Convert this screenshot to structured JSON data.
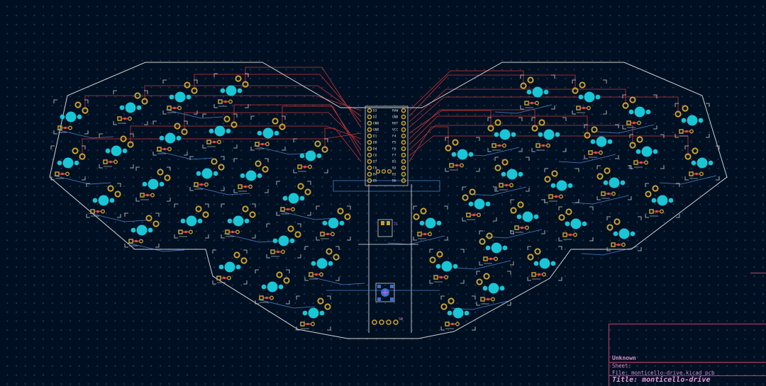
{
  "title_block": {
    "company": "Unknown",
    "sheet": "Sheet:",
    "file": "File: monticello-drive.kicad_pcb",
    "title": "Title: monticello-drive"
  },
  "mcu": {
    "left_pins": [
      "D3",
      "D2",
      "GND",
      "GND",
      "D1",
      "D0",
      "D4",
      "C6",
      "D7",
      "E6",
      "B4",
      "B5"
    ],
    "right_pins": [
      "RAW",
      "GND",
      "RST",
      "VCC",
      "F4",
      "F5",
      "F6",
      "F7",
      "B1",
      "B3",
      "B2",
      "B6"
    ]
  },
  "labels": {
    "reset_ref": "SW",
    "jst_ref": "J1"
  },
  "colors": {
    "background": "#001023",
    "edge_cuts": "#d0d2cd",
    "front_copper": "#c83434",
    "back_copper": "#4d7fc4",
    "pad_gold": "#c8a12e",
    "via_cyan": "#19c6d6",
    "title_block_border": "#c2416b"
  }
}
